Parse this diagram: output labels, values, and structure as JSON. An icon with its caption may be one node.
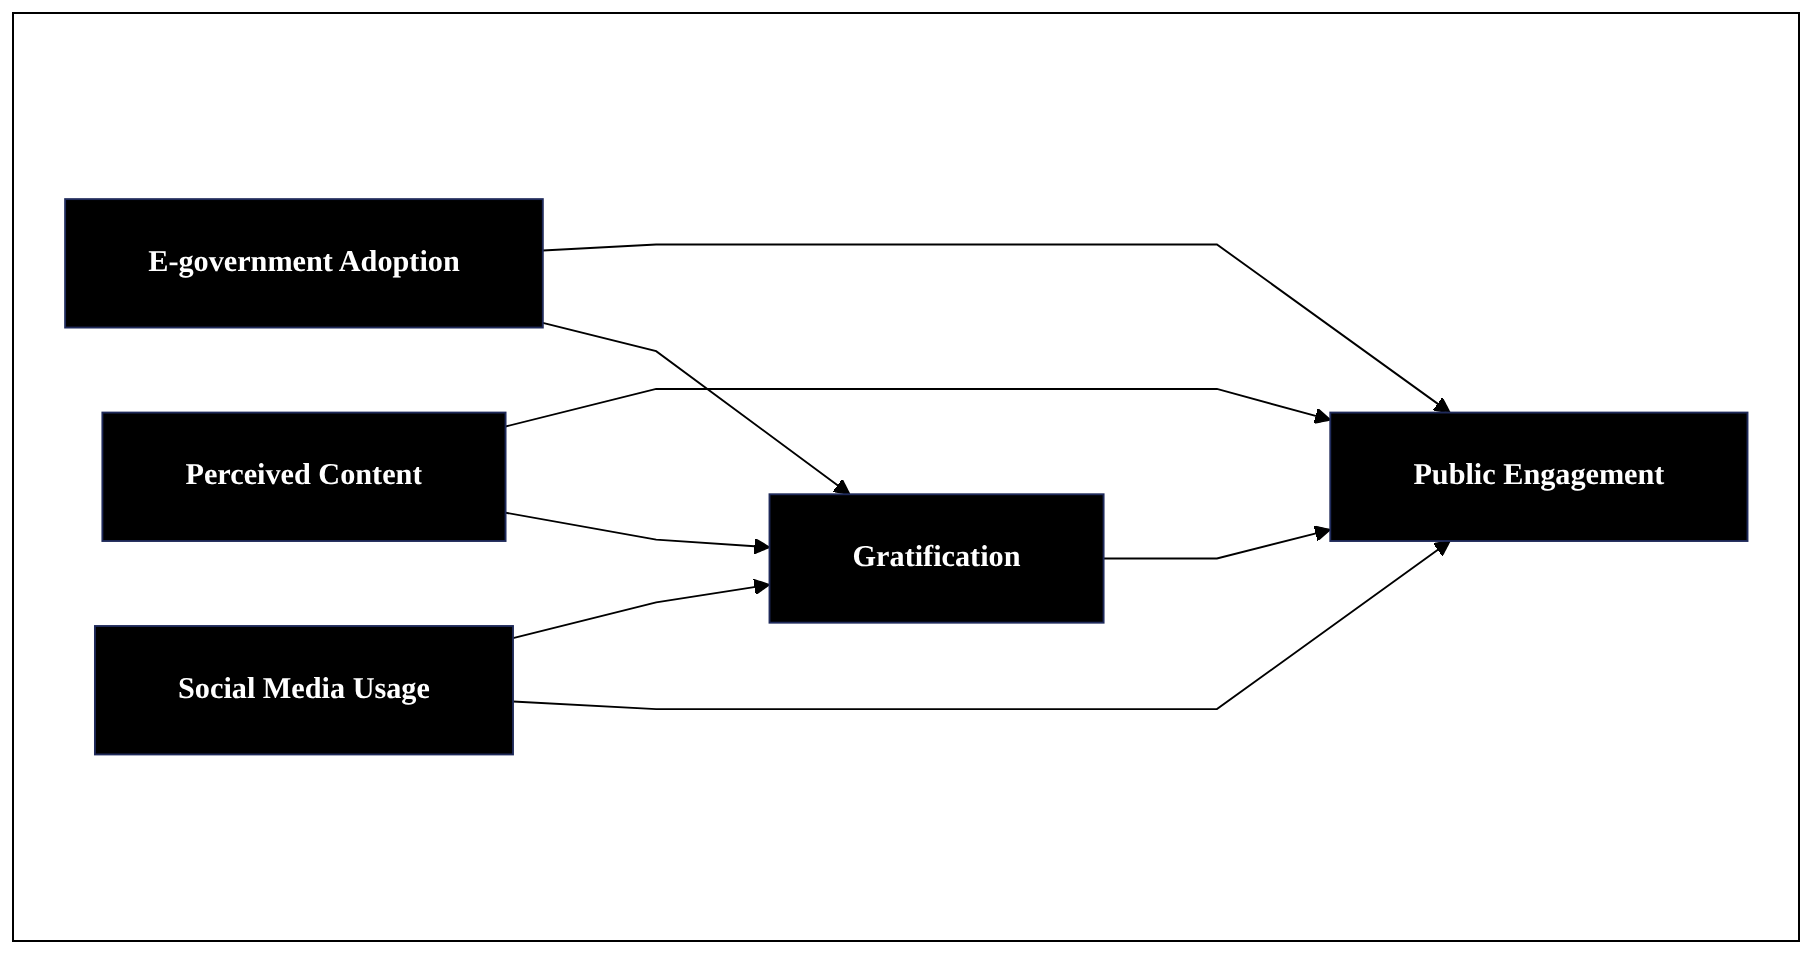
{
  "diagram": {
    "nodes": [
      {
        "text": [
          "E-government Adoption"
        ]
      },
      {
        "text": [
          "Perceived Content"
        ]
      },
      {
        "text": [
          "Social Media Usage"
        ]
      },
      {
        "text": [
          "Gratification"
        ]
      },
      {
        "text": [
          "Public Engagement"
        ]
      }
    ],
    "edges": [
      {
        "from": 0,
        "to": 4,
        "arrow": "to"
      },
      {
        "from": 0,
        "to": 3,
        "arrow": "to"
      },
      {
        "from": 1,
        "to": 4,
        "arrow": "to"
      },
      {
        "from": 1,
        "to": 3,
        "arrow": "to"
      },
      {
        "from": 2,
        "to": 3,
        "arrow": "to"
      },
      {
        "from": 2,
        "to": 4,
        "arrow": "to"
      },
      {
        "from": 3,
        "to": 4,
        "arrow": "to"
      }
    ]
  }
}
